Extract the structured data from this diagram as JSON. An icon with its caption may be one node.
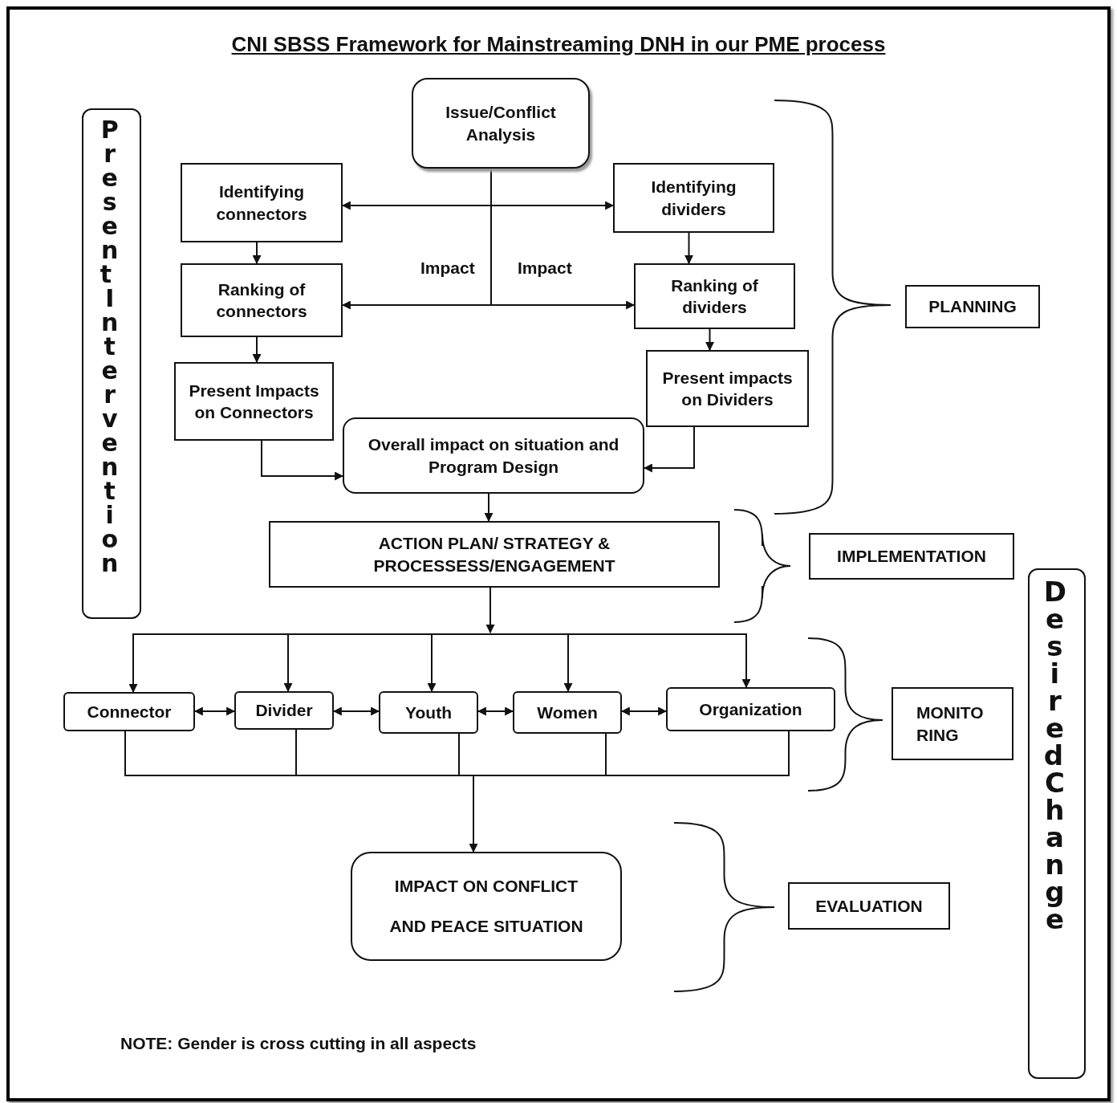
{
  "diagram": {
    "title": "CNI SBSS Framework for Mainstreaming DNH in our PME process",
    "nodes": [
      {
        "text": [
          "Issue/Conflict Analysis"
        ]
      },
      {
        "text": [
          "Identifying connectors"
        ]
      },
      {
        "text": [
          "Identifying dividers"
        ]
      },
      {
        "text": [
          "Ranking of connectors"
        ]
      },
      {
        "text": [
          "Ranking of dividers"
        ]
      },
      {
        "text": [
          "Present Impacts on Connectors"
        ]
      },
      {
        "text": [
          "Present impacts on Dividers"
        ]
      },
      {
        "text": [
          "Overall impact on situation and Program Design"
        ]
      },
      {
        "text": [
          "ACTION PLAN/ STRATEGY & PROCESSESS/ENGAGEMENT"
        ]
      },
      {
        "text": [
          "Connector"
        ]
      },
      {
        "text": [
          "Divider"
        ]
      },
      {
        "text": [
          "Youth"
        ]
      },
      {
        "text": [
          "Women"
        ]
      },
      {
        "text": [
          "Organization"
        ]
      },
      {
        "text": [
          "IMPACT ON CONFLICT AND PEACE SITUATION"
        ]
      },
      {
        "text": [
          "Present Intervention"
        ]
      },
      {
        "text": [
          "Desired Change"
        ]
      },
      {
        "text": [
          "PLANNING"
        ]
      },
      {
        "text": [
          "IMPLEMENTATION"
        ]
      },
      {
        "text": [
          "MONITO RING"
        ]
      },
      {
        "text": [
          "EVALUATION"
        ]
      }
    ],
    "edges": [
      {
        "from": 0,
        "to": 1,
        "arrow": "to"
      },
      {
        "from": 0,
        "to": 2,
        "arrow": "to"
      },
      {
        "from": 0,
        "to": 3,
        "arrow": "to",
        "label": "Impact"
      },
      {
        "from": 0,
        "to": 4,
        "arrow": "to",
        "label": "Impact"
      },
      {
        "from": 1,
        "to": 3,
        "arrow": "to"
      },
      {
        "from": 3,
        "to": 5,
        "arrow": "to"
      },
      {
        "from": 2,
        "to": 4,
        "arrow": "to"
      },
      {
        "from": 4,
        "to": 6,
        "arrow": "to"
      },
      {
        "from": 5,
        "to": 7,
        "arrow": "to"
      },
      {
        "from": 6,
        "to": 7,
        "arrow": "to"
      },
      {
        "from": 7,
        "to": 8,
        "arrow": "to"
      },
      {
        "from": 8,
        "to": 9,
        "arrow": "to"
      },
      {
        "from": 8,
        "to": 10,
        "arrow": "to"
      },
      {
        "from": 8,
        "to": 11,
        "arrow": "to"
      },
      {
        "from": 8,
        "to": 12,
        "arrow": "to"
      },
      {
        "from": 8,
        "to": 13,
        "arrow": "to"
      },
      {
        "from": 9,
        "to": 10,
        "arrow": "both"
      },
      {
        "from": 10,
        "to": 11,
        "arrow": "both"
      },
      {
        "from": 11,
        "to": 12,
        "arrow": "both"
      },
      {
        "from": 12,
        "to": 13,
        "arrow": "both"
      },
      {
        "from": 9,
        "to": 14,
        "arrow": "to"
      },
      {
        "from": 10,
        "to": 14,
        "arrow": "to"
      },
      {
        "from": 11,
        "to": 14,
        "arrow": "to"
      },
      {
        "from": 12,
        "to": 14,
        "arrow": "to"
      },
      {
        "from": 13,
        "to": 14,
        "arrow": "to"
      }
    ],
    "labels": [
      "NOTE: Gender is cross cutting in all aspects"
    ]
  }
}
